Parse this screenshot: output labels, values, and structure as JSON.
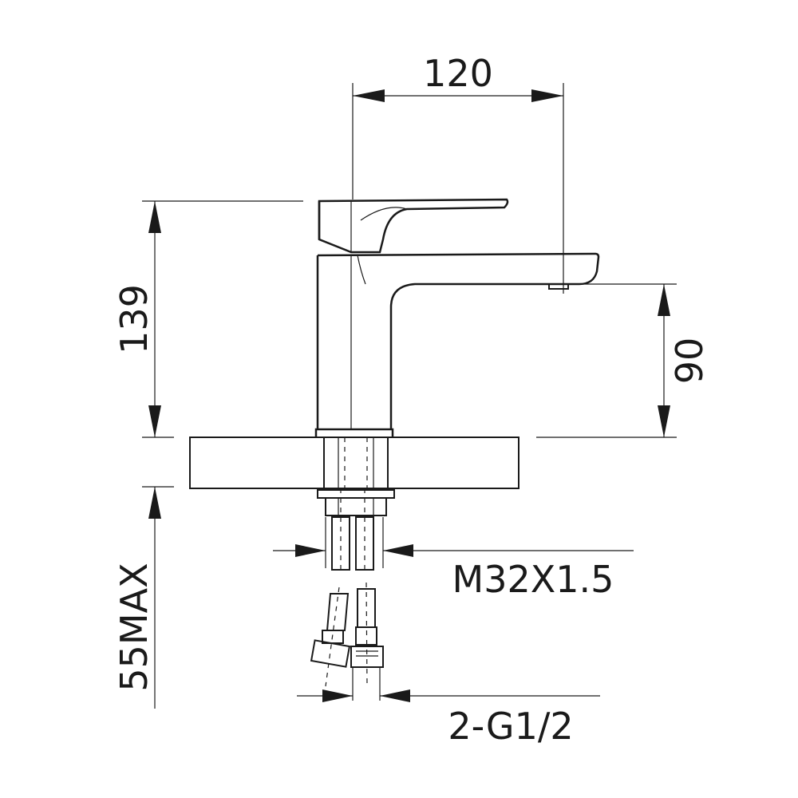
{
  "drawing": {
    "dimensions": {
      "spout_reach": "120",
      "total_height": "139",
      "spout_height": "90",
      "deck_thickness": "55MAX",
      "thread": "M32X1.5",
      "hose_connection": "2-G1/2"
    },
    "colors": {
      "line": "#1a1a1a",
      "background": "#ffffff"
    }
  }
}
